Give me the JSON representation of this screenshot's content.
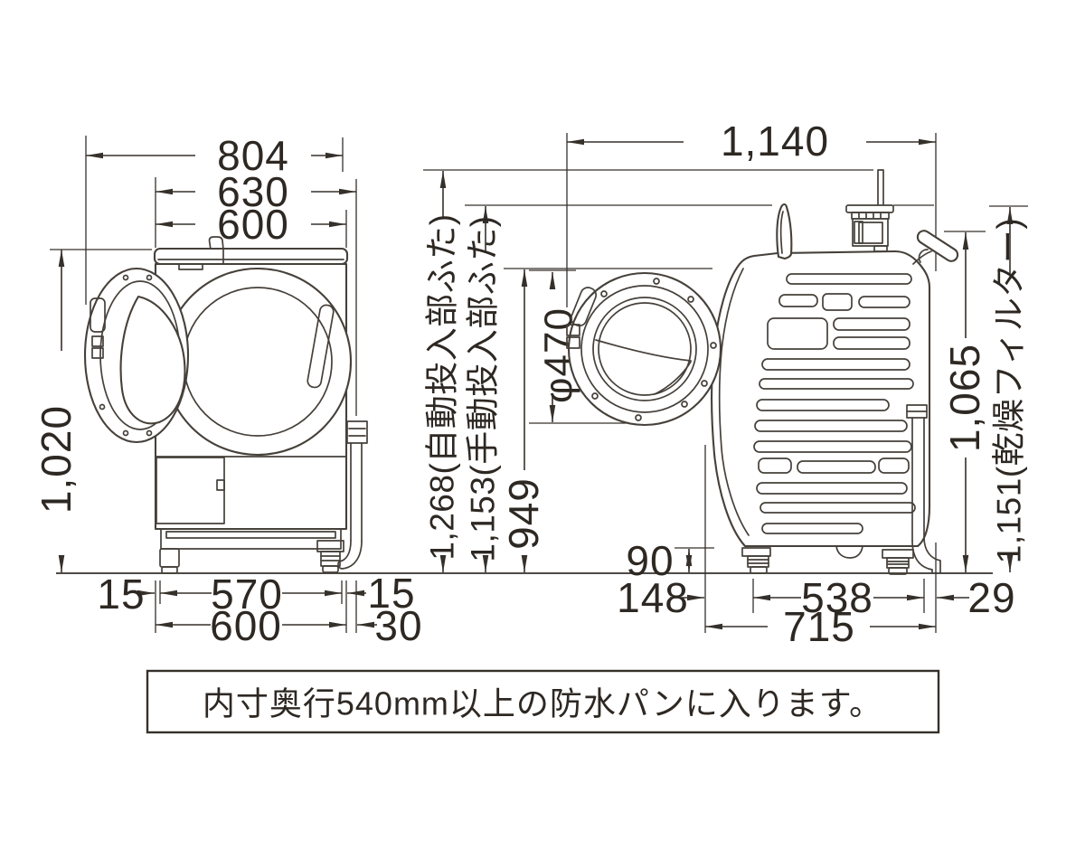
{
  "colors": {
    "ink": "#2e2823",
    "drawing_line": "#46403a",
    "blue": "#29a6e0",
    "orange": "#e9650e",
    "pink": "#e72f8d"
  },
  "front_view": {
    "dims": {
      "width_total": "804",
      "width_with_hose": "630",
      "body_width_top": "600",
      "height": "1,020",
      "foot_gap_left": "15",
      "foot_span": "570",
      "foot_gap_right": "15",
      "body_width_bottom": "600",
      "hose_offset": "30"
    }
  },
  "side_view": {
    "dims": {
      "depth_total": "1,140",
      "height_auto_lid": "1,268(自動投入部ふた)",
      "height_manual_lid": "1,153(手動投入部ふた)",
      "height_door_top": "949",
      "door_diameter": "φ470",
      "height_1065": "1,065",
      "height_filter": "1,151(乾燥フィルター)",
      "base_clearance": "90",
      "front_foot_offset": "148",
      "foot_span": "538",
      "rear_offset": "29",
      "base_depth": "715"
    }
  },
  "note": {
    "text": "内寸奥行540mm以上の防水パンに入ります。"
  }
}
